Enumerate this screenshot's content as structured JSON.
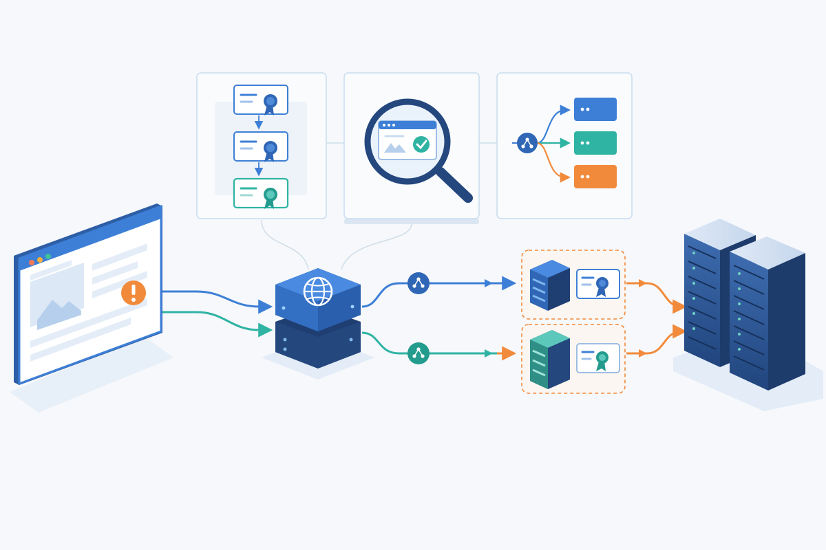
{
  "palette": {
    "background": "#f6f8fb",
    "blue": "#3d7fd6",
    "navy": "#24477e",
    "teal": "#2fb3a3",
    "orange": "#f28a3b",
    "panel_border": "#c7dcef",
    "alert_orange": "#f28a3b"
  },
  "panels": [
    {
      "id": "certificate-chain-panel",
      "icon": "certificate-chain-icon"
    },
    {
      "id": "inspection-panel",
      "icon": "magnifier-check-icon"
    },
    {
      "id": "routing-panel",
      "icon": "route-hub-icon",
      "outputs": [
        "blue",
        "teal",
        "orange"
      ]
    }
  ],
  "nodes": [
    {
      "id": "client-browser",
      "icon": "browser-window-icon",
      "status_icon": "alert-icon"
    },
    {
      "id": "proxy-gateway",
      "icon": "globe-icon"
    },
    {
      "id": "backend-blue",
      "icon": "server-rack-icon",
      "badge": "certificate-icon"
    },
    {
      "id": "backend-teal",
      "icon": "server-rack-icon",
      "badge": "certificate-icon"
    },
    {
      "id": "datacenter",
      "icon": "server-tower-icon"
    }
  ],
  "links": [
    {
      "from": "client-browser",
      "to": "proxy-gateway",
      "color": "blue"
    },
    {
      "from": "client-browser",
      "to": "proxy-gateway",
      "color": "teal"
    },
    {
      "from": "proxy-gateway",
      "to": "backend-blue",
      "color": "blue",
      "hub_icon": "route-hub-icon"
    },
    {
      "from": "proxy-gateway",
      "to": "backend-teal",
      "color": "teal",
      "hub_icon": "route-hub-icon"
    },
    {
      "from": "backend-blue",
      "to": "datacenter",
      "color": "orange"
    },
    {
      "from": "backend-teal",
      "to": "datacenter",
      "color": "orange"
    }
  ]
}
